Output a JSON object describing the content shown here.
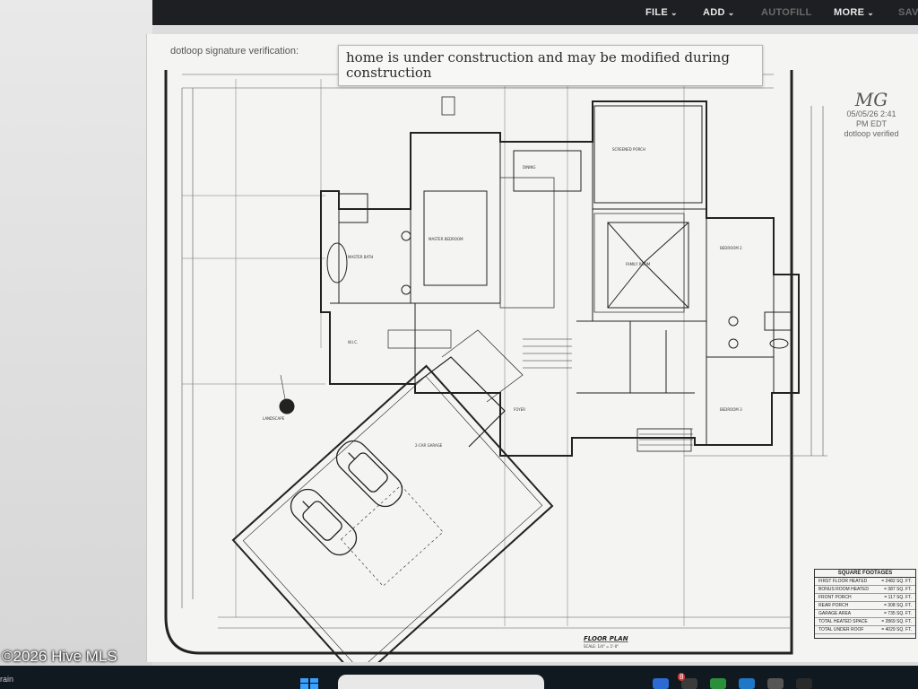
{
  "toolbar": {
    "items": [
      {
        "label": "FILE",
        "has_menu": true
      },
      {
        "label": "ADD",
        "has_menu": true
      },
      {
        "label": "AUTOFILL",
        "has_menu": false
      },
      {
        "label": "MORE",
        "has_menu": true
      },
      {
        "label": "SAV"
      }
    ]
  },
  "document": {
    "verification_text": "dotloop signature verification:",
    "notice": "home is under construction and may be modified during construction",
    "signature": {
      "initials": "MG",
      "date": "05/05/26 2:41",
      "time_zone": "PM EDT",
      "status": "dotloop verified"
    },
    "plan_title": "FLOOR PLAN",
    "plan_scale": "SCALE: 1/4\" = 1'-0\"",
    "footage_title": "SQUARE FOOTAGES",
    "footage_rows": [
      {
        "label": "FIRST FLOOR HEATED",
        "value": "= 2482 SQ. FT."
      },
      {
        "label": "BONUS ROOM HEATED",
        "value": "= 387 SQ. FT."
      },
      {
        "label": "FRONT PORCH",
        "value": "= 117 SQ. FT."
      },
      {
        "label": "REAR PORCH",
        "value": "= 308 SQ. FT."
      },
      {
        "label": "GARAGE AREA",
        "value": "= 735 SQ. FT."
      },
      {
        "label": "TOTAL HEATED SPACE",
        "value": "= 2869 SQ. FT."
      },
      {
        "label": "TOTAL UNDER ROOF",
        "value": "= 4029 SQ. FT."
      }
    ]
  },
  "watermark": "©2026 Hive MLS",
  "taskbar": {
    "left_text": "rain",
    "badge_count": "8"
  }
}
